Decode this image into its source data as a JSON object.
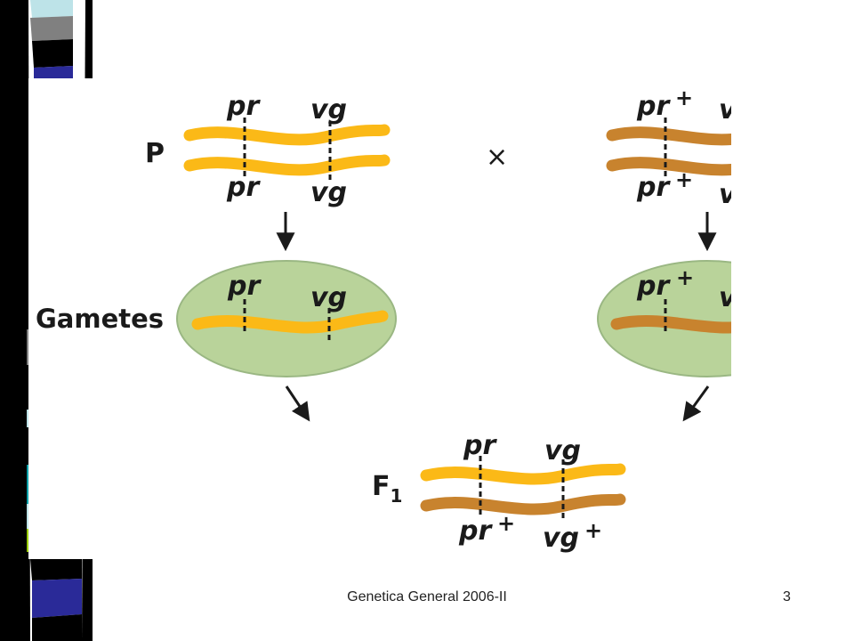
{
  "diagram": {
    "generation_p": "P",
    "cross_symbol": "×",
    "gametes_label": "Gametes",
    "f1_label": "F",
    "f1_subscript": "1",
    "gene_pr": "pr",
    "gene_vg": "vg",
    "plus": "+"
  },
  "footer": {
    "title": "Genetica General 2006-II",
    "page": "3"
  },
  "colors": {
    "yellow_chromosome": "#FBB917",
    "brown_chromosome": "#C8832E",
    "gamete_cell": "#b9d39a",
    "stripe_black": "#000000",
    "stripe_gray": "#808080",
    "stripe_blue": "#2a2a98",
    "stripe_teal": "#00a0a8",
    "stripe_lightblue": "#bde3e8",
    "stripe_green": "#99cc00"
  }
}
